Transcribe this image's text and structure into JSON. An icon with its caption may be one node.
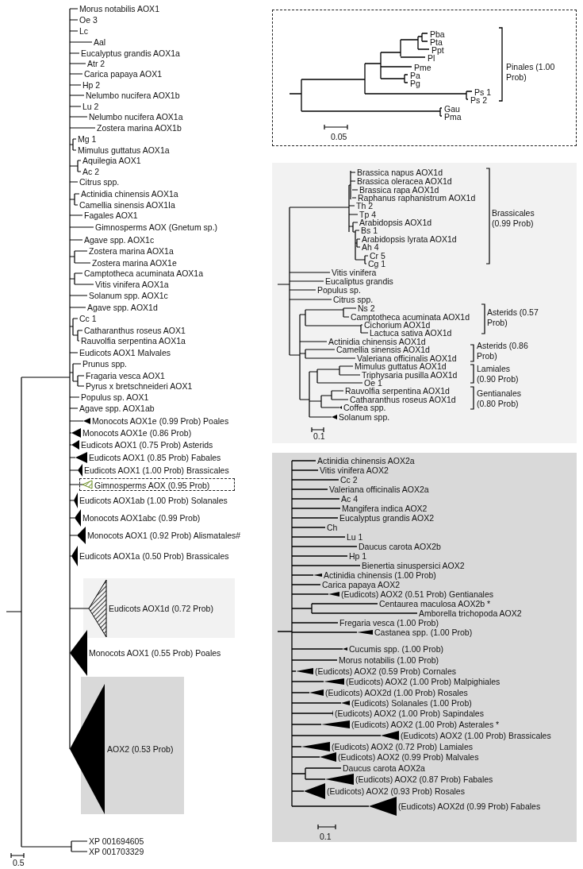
{
  "diagram": {
    "nodes": [
      {
        "text": [
          "Gimnosperms AOX (0.95 Prob)"
        ]
      },
      {
        "text": [
          "Eudicots AOX1d (0.72 Prob)"
        ]
      },
      {
        "text": [
          "AOX2 (0.53 Prob)"
        ]
      },
      {
        "text": [
          "Pba",
          "Pta",
          "Ppt",
          "Pl",
          "Pme",
          "Pa",
          "Pg",
          "Ps 1",
          "Ps 2",
          "Gau",
          "Pma",
          "Pinales (1.00 Prob)",
          "0.05"
        ]
      },
      {
        "text": [
          "Brassica napus AOX1d",
          "Brassica oleracea AOX1d",
          "Brassica rapa AOX1d",
          "Raphanus raphanistrum AOX1d",
          "Th 2",
          "Tp 4",
          "Arabidopsis AOX1d",
          "Bs 1",
          "Arabidopsis lyrata AOX1d",
          "Ah 4",
          "Cr 5",
          "Cg 1",
          "Brassicales (0.99 Prob)",
          "Vitis vinifera",
          "Eucaliptus grandis",
          "Populus sp.",
          "Citrus spp.",
          "Ns 2",
          "Camptotheca acuminata AOX1d",
          "Cichorium AOX1d",
          "Lactuca sativa AOX1d",
          "Asterids (0.57 Prob)",
          "Actinidia chinensis AOX1d",
          "Camellia sinensis AOX1d",
          "Valeriana officinalis AOX1d",
          "Asterids (0.86 Prob)",
          "Mimulus guttatus AOX1d",
          "Triphysaria pusilla AOX1d",
          "Oe 1",
          "Lamiales (0.90 Prob)",
          "Rauvolfia serpentina AOX1d",
          "Catharanthus roseus AOX1d",
          "Coffea spp.",
          "Gentianales (0.80 Prob)",
          "Solanum spp.",
          "0.1"
        ]
      },
      {
        "text": [
          "Actinidia chinensis AOX2a",
          "Vitis vinifera AOX2",
          "Cc 2",
          "Valeriana officinalis AOX2a",
          "Ac 4",
          "Mangifera indica AOX2",
          "Eucalyptus grandis AOX2",
          "Ch",
          "Lu 1",
          "Daucus carota AOX2b",
          "Hp 1",
          "Bienertia sinuspersici AOX2",
          "Actinidia chinensis (1.00 Prob)",
          "Carica papaya AOX2",
          "(Eudicots) AOX2 (0.51 Prob) Gentianales",
          "Centaurea maculosa AOX2b *",
          "Amborella trichopoda AOX2",
          "Fregaria vesca (1.00 Prob)",
          "Castanea spp. (1.00 Prob)",
          "Cucumis spp. (1.00 Prob)",
          "Morus notabilis (1.00 Prob)",
          "(Eudicots) AOX2 (0.59 Prob) Cornales",
          "(Eudicots) AOX2 (1.00 Prob) Malpighiales",
          "(Eudicots) AOX2d (1.00 Prob) Rosales",
          "(Eudicots) Solanales (1.00 Prob)",
          "(Eudicots) AOX2 (1.00 Prob) Sapindales",
          "(Eudicots) AOX2 (1.00 Prob) Asterales *",
          "(Eudicots) AOX2 (1.00 Prob) Brassicales",
          "(Eudicots) AOX2 (0.72 Prob) Lamiales",
          "(Eudicots) AOX2 (0.99 Prob) Malvales",
          "Daucus carota AOX2a",
          "(Eudicots) AOX2 (0.87 Prob) Fabales",
          "(Eudicots) AOX2 (0.93 Prob) Rosales",
          "(Eudicots) AOX2d (0.99 Prob) Fabales",
          "0.1"
        ]
      }
    ],
    "labels": [
      "Morus notabilis AOX1",
      "Oe 3",
      "Lc",
      "Aal",
      "Eucalyptus grandis AOX1a",
      "Atr 2",
      "Carica papaya AOX1",
      "Hp 2",
      "Nelumbo nucifera AOX1b",
      "Lu 2",
      "Nelumbo nucifera AOX1a",
      "Zostera marina AOX1b",
      "Mg 1",
      "Mimulus guttatus AOX1a",
      "Aquilegia AOX1",
      "Ac 2",
      "Citrus spp.",
      "Actinidia chinensis AOX1a",
      "Camellia sinensis AOX1Ia",
      "Fagales AOX1",
      "Gimnosperms AOX (Gnetum sp.)",
      "Agave spp. AOX1c",
      "Zostera marina AOX1a",
      "Zostera marina AOX1e",
      "Camptotheca acuminata AOX1a",
      "Vitis vinifera AOX1a",
      "Solanum spp. AOX1c",
      "Agave spp. AOX1d",
      "Cc 1",
      "Catharanthus roseus AOX1",
      "Rauvolfia serpentina AOX1a",
      "Eudicots AOX1 Malvales",
      "Prunus spp.",
      "Fragaria vesca AOX1",
      "Pyrus x bretschneideri AOX1",
      "Populus sp. AOX1",
      "Agave spp. AOX1ab",
      "Monocots AOX1e (0.99 Prob) Poales",
      "Monocots AOX1e (0.86 Prob)",
      "Eudicots AOX1 (0.75 Prob) Asterids",
      "Eudicots AOX1 (0.85 Prob) Fabales",
      "Eudicots AOX1 (1.00 Prob) Brassicales",
      "Eudicots AOX1ab (1.00 Prob) Solanales",
      "Monocots AOX1abc (0.99 Prob)",
      "Monocots AOX1 (0.92 Prob) Alismatales#",
      "Eudicots AOX1a (0.50 Prob) Brassicales",
      "Monocots AOX1 (0.55 Prob) Poales",
      "XP 001694605",
      "XP 001703329",
      "0.5"
    ]
  }
}
